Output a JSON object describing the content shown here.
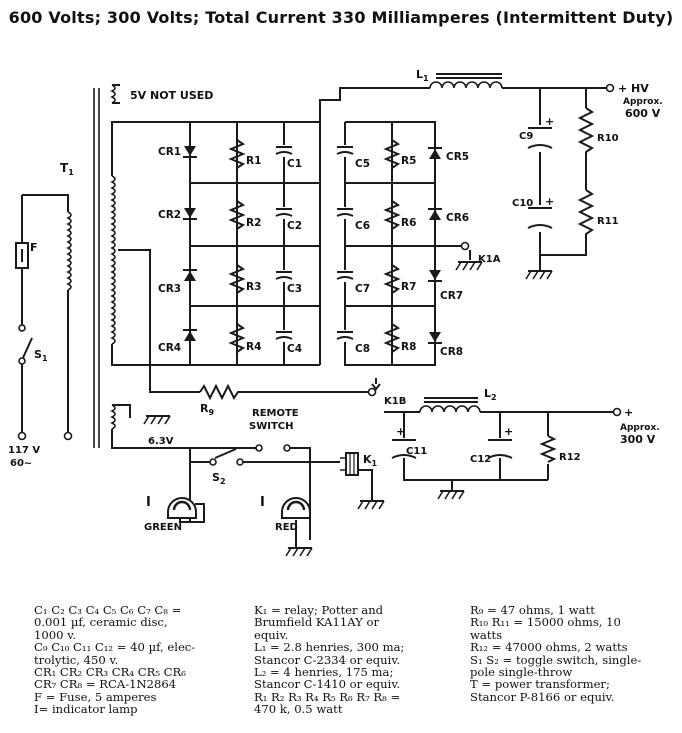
{
  "title": "600 Volts; 300 Volts; Total Current 330 Milliamperes (Intermittent Duty)",
  "labels": {
    "not_used": "5V NOT USED",
    "t1": "T",
    "t1_sub": "1",
    "l1": "L",
    "l1_sub": "1",
    "l2": "L",
    "l2_sub": "2",
    "hv_out": "+ HV",
    "hv_approx": "Approx.",
    "hv_volts": "600 V",
    "lv_out": "+",
    "lv_approx": "Approx.",
    "lv_volts": "300 V",
    "mains_v": "117 V",
    "mains_hz": "60~",
    "fuse": "F",
    "s1": "S",
    "s1_sub": "1",
    "v63": "6.3V",
    "remote": "REMOTE",
    "switch": "SWITCH",
    "s2": "S",
    "s2_sub": "2",
    "k1": "K",
    "k1_sub": "1",
    "k1a": "K1A",
    "k1b": "K1B",
    "r9": "R",
    "r9_sub": "9",
    "green": "GREEN",
    "red": "RED",
    "lamp_i": "I",
    "cr": [
      "CR1",
      "CR2",
      "CR3",
      "CR4",
      "CR5",
      "CR6",
      "CR7",
      "CR8"
    ],
    "r": [
      "R1",
      "R2",
      "R3",
      "R4",
      "R5",
      "R6",
      "R7",
      "R8"
    ],
    "c": [
      "C1",
      "C2",
      "C3",
      "C4",
      "C5",
      "C6",
      "C7",
      "C8"
    ],
    "c9": "C9",
    "c10": "C10",
    "c11": "C11",
    "c12": "C12",
    "r10": "R10",
    "r11": "R11",
    "r12": "R12",
    "plus": "+"
  },
  "legend": {
    "col1": [
      "C₁ C₂ C₃ C₄ C₅ C₆ C₇ C₈ =",
      "   0.001 µf, ceramic disc,",
      "   1000 v.",
      "C₉ C₁₀ C₁₁ C₁₂ = 40 µf, elec-",
      "   trolytic, 450 v.",
      "CR₁ CR₂ CR₃ CR₄ CR₅ CR₆",
      "   CR₇ CR₈ = RCA-1N2864",
      "F = Fuse, 5 amperes",
      "I= indicator lamp"
    ],
    "col2": [
      "K₁ = relay; Potter and",
      "   Brumfield KA11AY or",
      "   equiv.",
      "L₁ = 2.8 henries, 300 ma;",
      "   Stancor C-2334 or equiv.",
      "L₂ = 4 henries, 175 ma;",
      "   Stancor C-1410 or equiv.",
      "R₁ R₂ R₃ R₄ R₅ R₆ R₇ R₈ =",
      "   470 k, 0.5 watt"
    ],
    "col3": [
      "R₉ = 47 ohms, 1 watt",
      "R₁₀ R₁₁ = 15000 ohms, 10",
      "   watts",
      "R₁₂ = 47000 ohms, 2 watts",
      "S₁ S₂ = toggle switch, single-",
      "   pole single-throw",
      "T = power transformer;",
      "   Stancor P-8166 or equiv."
    ]
  }
}
